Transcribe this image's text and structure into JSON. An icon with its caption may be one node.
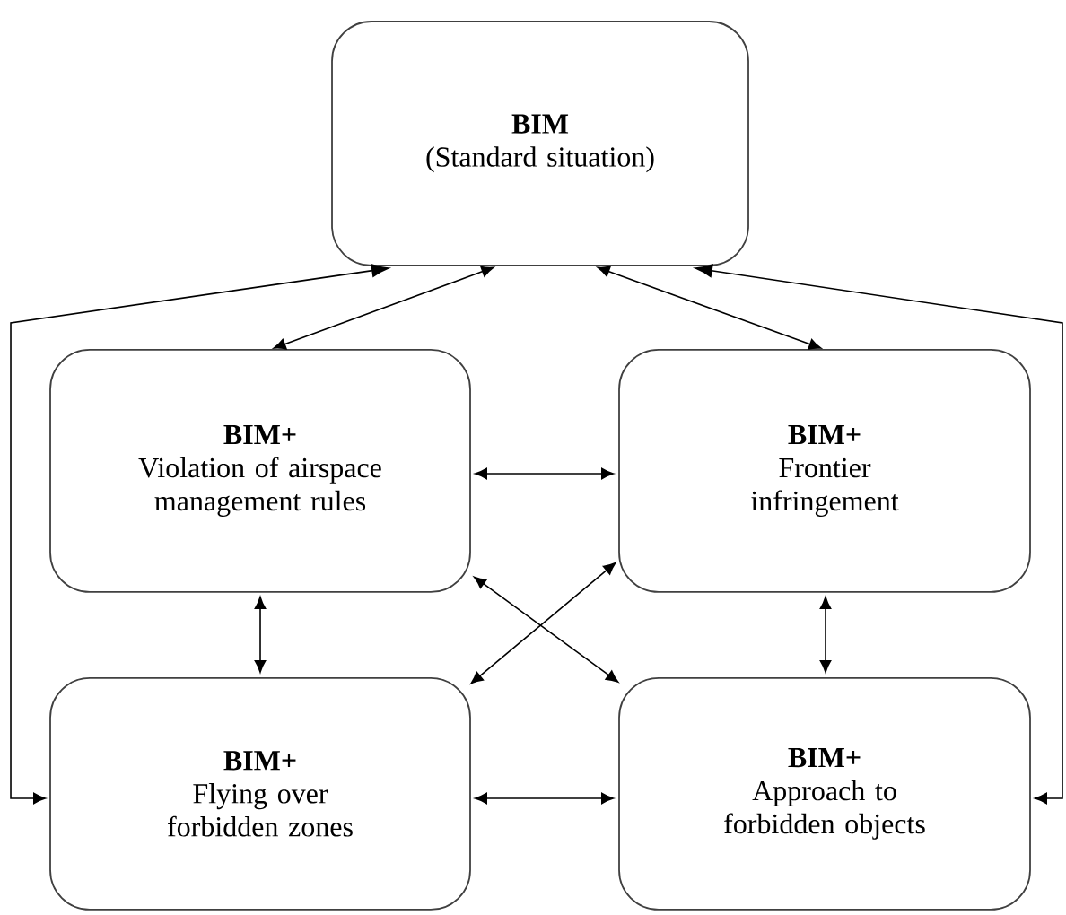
{
  "diagram": {
    "nodes": [
      {
        "text": [
          "BIM",
          "(Standard situation)"
        ]
      },
      {
        "text": [
          "BIM+",
          "Violation of airspace management rules"
        ]
      },
      {
        "text": [
          "BIM+",
          "Frontier infringement"
        ]
      },
      {
        "text": [
          "BIM+",
          "Flying over forbidden zones"
        ]
      },
      {
        "text": [
          "BIM+",
          "Approach to forbidden objects"
        ]
      }
    ],
    "edges": [
      {
        "from": 3,
        "to": 0,
        "arrow": "both"
      },
      {
        "from": 1,
        "to": 0,
        "arrow": "both"
      },
      {
        "from": 2,
        "to": 0,
        "arrow": "both"
      },
      {
        "from": 4,
        "to": 0,
        "arrow": "both"
      },
      {
        "from": 1,
        "to": 2,
        "arrow": "both"
      },
      {
        "from": 1,
        "to": 3,
        "arrow": "both"
      },
      {
        "from": 2,
        "to": 4,
        "arrow": "both"
      },
      {
        "from": 1,
        "to": 4,
        "arrow": "both"
      },
      {
        "from": 2,
        "to": 3,
        "arrow": "both"
      },
      {
        "from": 3,
        "to": 4,
        "arrow": "both"
      }
    ]
  }
}
